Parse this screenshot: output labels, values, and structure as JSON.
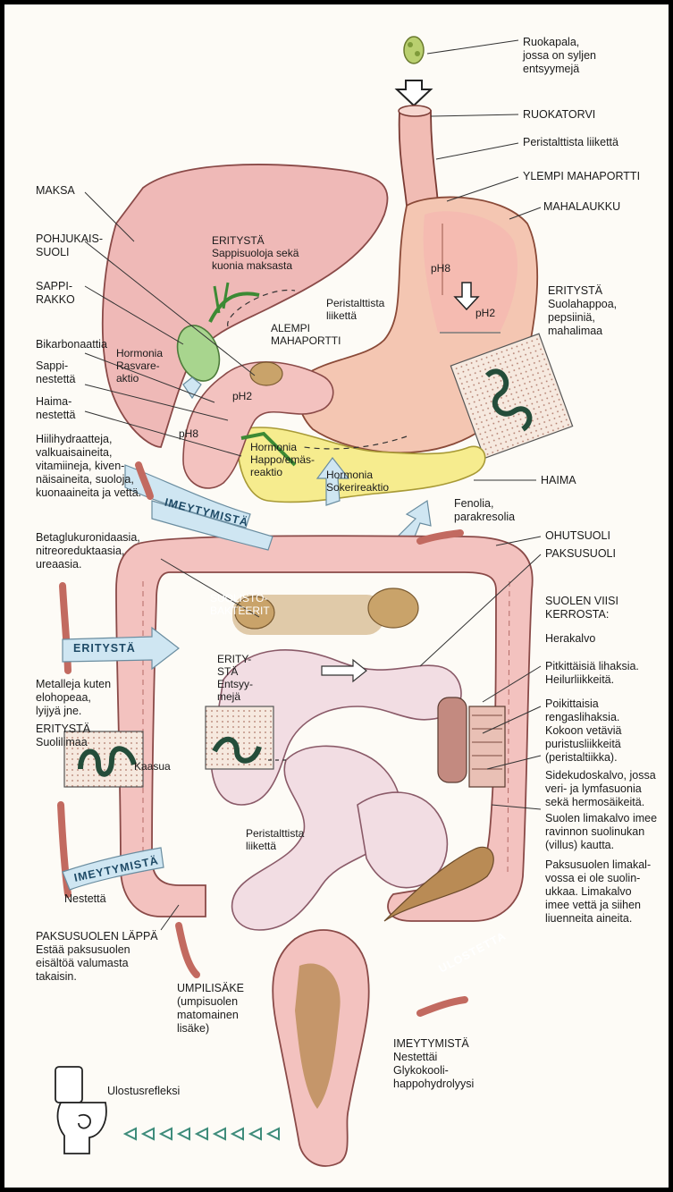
{
  "colors": {
    "organ_pink": "#f3c2bf",
    "organ_red": "#e9a49e",
    "liver": "#efb9b7",
    "pancreas": "#f6ec8e",
    "gall": "#a8d58e",
    "arrow_blue": "#cfe6f2",
    "stool": "#b98b55",
    "pointer_green": "#3e8c7a"
  },
  "right": [
    {
      "id": "ruokapala",
      "text": "Ruokapala,\njossa on syljen\nentsyymejä"
    },
    {
      "id": "ruokatorvi",
      "text": "RUOKATORVI"
    },
    {
      "id": "peristaltiikka1",
      "text": "Peristalttista liikettä"
    },
    {
      "id": "ylempi",
      "text": "YLEMPI MAHAPORTTI"
    },
    {
      "id": "mahalaukku",
      "text": "MAHALAUKKU"
    },
    {
      "id": "eritysta_suola",
      "text": "ERITYSTÄ\nSuolahappoa,\npepsiiniä,\nmahalimaa"
    },
    {
      "id": "haima",
      "text": "HAIMA"
    },
    {
      "id": "fenolia",
      "text": "Fenolia,\nparakresolia"
    },
    {
      "id": "ohutsuoli",
      "text": "OHUTSUOLI"
    },
    {
      "id": "paksusuoli",
      "text": "PAKSUSUOLI"
    },
    {
      "id": "viisi",
      "text": "SUOLEN VIISI\nKERROSTA:"
    },
    {
      "id": "herakalvo",
      "text": "Herakalvo"
    },
    {
      "id": "pitkittaisia",
      "text": "Pitkittäisiä lihaksia.\nHeilurliikkeitä."
    },
    {
      "id": "poikittaisia",
      "text": "Poikittaisia\nrengaslihaksia.\nKokoon vetäviä\npuristusliikkeitä\n(peristaltiikka)."
    },
    {
      "id": "sidekudos",
      "text": "Sidekudoskalvo, jossa\nveri- ja lymfasuonia\nsekä hermosäikeitä."
    },
    {
      "id": "limakalvo",
      "text": "Suolen limakalvo imee\nravinnon suolinukan\n(villus) kautta."
    },
    {
      "id": "paksu_limakalvo",
      "text": "Paksusuolen limakal-\nvossa ei ole suolin-\nukkaa.  Limakalvo\nimee vettä ja siihen\nliuenneita aineita."
    }
  ],
  "left": [
    {
      "id": "maksa",
      "text": "MAKSA"
    },
    {
      "id": "pohjukais",
      "text": "POHJUKAIS-\nSUOLI"
    },
    {
      "id": "sappirakko",
      "text": "SAPPI-\nRAKKO"
    },
    {
      "id": "bikarbonaatti",
      "text": "Bikarbonaattia"
    },
    {
      "id": "sappinestetta",
      "text": "Sappi-\nnestettä"
    },
    {
      "id": "haimanestetta",
      "text": "Haima-\nnestettä"
    },
    {
      "id": "hiilihydraatit",
      "text": "Hiilihydraatteja,\nvalkuaisaineita,\nvitamiineja, kiven-\nnäisaineita, suoloja,\nkuonaaineita ja vettä."
    },
    {
      "id": "betaglukuronidaasia",
      "text": "Betaglukuronidaasia,\nnitreoreduktaasia,\nureaasia."
    },
    {
      "id": "metalleja",
      "text": "Metalleja kuten\nelohopeaa,\nlyijyä jne."
    },
    {
      "id": "eritysta_suolilimaa",
      "text": "ERITYSTÄ\nSuolilimaa"
    },
    {
      "id": "nestetta",
      "text": "Nestettä"
    },
    {
      "id": "lappa",
      "text": "PAKSUSUOLEN LÄPPÄ\nEstää paksusuolen\neisältöä valumasta\ntakaisin."
    },
    {
      "id": "umpilisake",
      "text": "UMPILISÄKE\n(umpisuolen\nmatomainen\nlisäke)"
    },
    {
      "id": "ulostusrefleksi",
      "text": "Ulostusrefleksi"
    },
    {
      "id": "imeytymista_bottom",
      "text": "IMEYTYMISTÄ\nNestettäi\nGlykokooli-\nhappohydrolyysi"
    }
  ],
  "inner": [
    {
      "id": "eritysta_sappi",
      "text": "ERITYSTÄ\nSappisuoloja sekä\nkuonia maksasta"
    },
    {
      "id": "peristaltiikka2",
      "text": "Peristalttista\nliikettä"
    },
    {
      "id": "alempi",
      "text": "ALEMPI\nMAHAPORTTI"
    },
    {
      "id": "ph8_top",
      "text": "pH8"
    },
    {
      "id": "ph2_stomach",
      "text": "pH2"
    },
    {
      "id": "ph2_duo",
      "text": "pH2"
    },
    {
      "id": "ph8_duo",
      "text": "pH8"
    },
    {
      "id": "hormonia_rasva",
      "text": "Hormonia\nRasvare-\naktio"
    },
    {
      "id": "hormonia_happo",
      "text": "Hormonia\nHappo/emäs-\nreaktio"
    },
    {
      "id": "hormonia_sokeri",
      "text": "Hormonia\nSokerireaktio"
    },
    {
      "id": "eritysta_entsyymeja",
      "text": "ERITY-\nSTÄ\nEntsyy-\nmejä"
    },
    {
      "id": "kaasua",
      "text": "Kaasua"
    },
    {
      "id": "peristaltiikka3",
      "text": "Peristalttista\nliikettä"
    },
    {
      "id": "suolistobakteerit",
      "text": "SUOLISTO-\nBAKTEERIT"
    }
  ],
  "bands": [
    {
      "id": "imeytymista_top",
      "text": "IMEYTYMISTÄ"
    },
    {
      "id": "eritysta_band",
      "text": "ERITYSTÄ"
    },
    {
      "id": "imeytymista_left",
      "text": "IMEYTYMISTÄ"
    },
    {
      "id": "ulostetta",
      "text": "ULOSTETTA"
    }
  ]
}
